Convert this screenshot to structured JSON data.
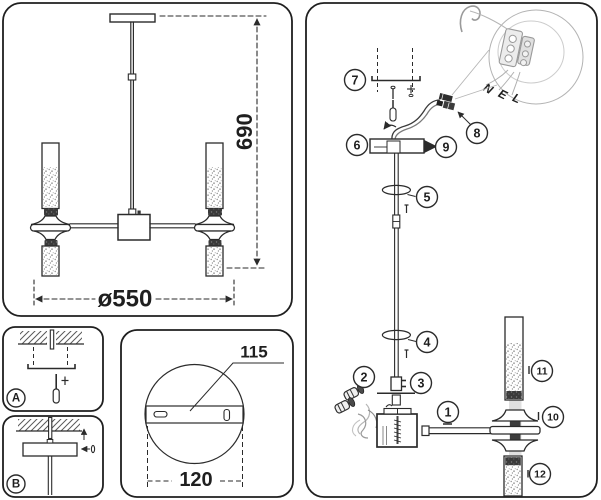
{
  "front_view": {
    "height": "690",
    "diameter": "ø550"
  },
  "mount_detail": {
    "hole_spacing": "115",
    "plate_width": "120"
  },
  "step_panels": {
    "a": "A",
    "b": "B"
  },
  "assembly": {
    "steps": [
      "1",
      "2",
      "3",
      "4",
      "5",
      "6",
      "7",
      "8",
      "9",
      "10",
      "11",
      "12"
    ],
    "wires": {
      "n": "N",
      "e": "E",
      "l": "L"
    }
  },
  "colors": {
    "line": "#2b2b2b",
    "muted": "#a9a9a9",
    "dark_fill": "#333333",
    "glass_gray": "#cfcfcf"
  }
}
